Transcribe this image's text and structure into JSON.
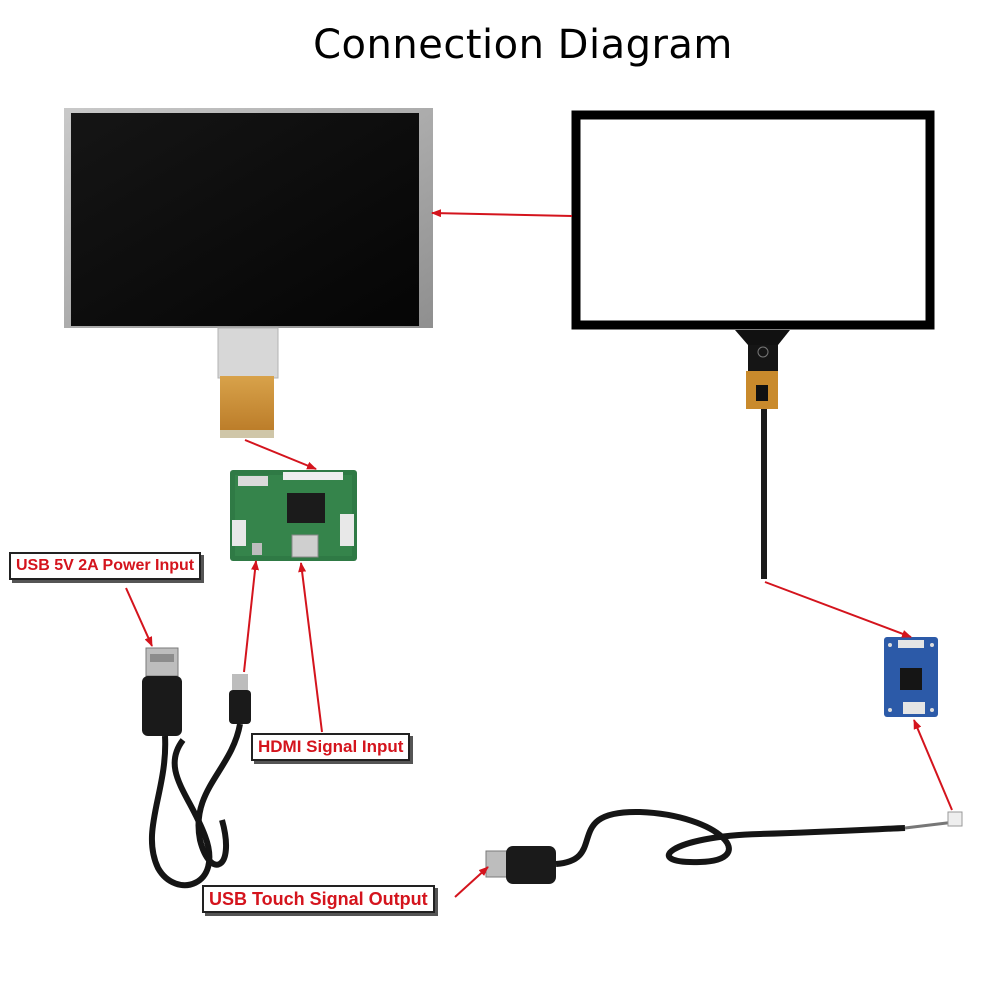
{
  "title": "Connection Diagram",
  "labels": {
    "power_input": "USB 5V 2A Power Input",
    "hdmi_input": "HDMI Signal Input",
    "usb_touch_output": "USB Touch Signal Output"
  },
  "colors": {
    "arrow": "#d4141d",
    "label_text": "#d4141d",
    "lcd_screen": "#0b0b0b",
    "lcd_frame": "#a9a9a9",
    "pcb_green": "#2f7a45",
    "pcb_blue": "#2c5aa8",
    "flex_cable": "#c98a2c",
    "touch_bezel": "#000000"
  },
  "icons": {
    "lcd_panel": "lcd-panel-icon",
    "touch_panel": "touch-panel-icon",
    "hdmi_board": "hdmi-driver-board-icon",
    "touch_controller": "touch-controller-board-icon",
    "power_cable": "usb-micro-cable-icon",
    "usb_touch_cable": "usb-cable-icon"
  }
}
